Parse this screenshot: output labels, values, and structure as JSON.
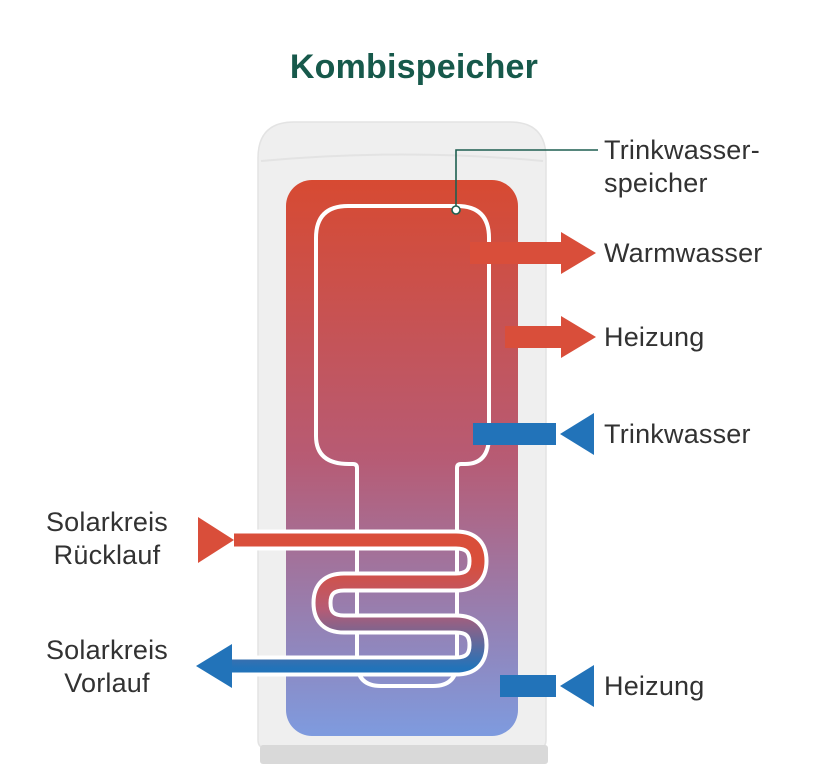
{
  "title": "Kombispeicher",
  "labels": {
    "inner_tank": {
      "line1": "Trinkwasser-",
      "line2": "speicher"
    },
    "warm_water": "Warmwasser",
    "heating_flow": "Heizung",
    "drinking_water": "Trinkwasser",
    "solar_return": {
      "line1": "Solarkreis",
      "line2": "Rücklauf"
    },
    "solar_flow": {
      "line1": "Solarkreis",
      "line2": "Vorlauf"
    },
    "heating_return": "Heizung"
  },
  "colors": {
    "title": "#17594B",
    "red": "#D94E3A",
    "blue": "#2273B9",
    "gradient_top": "#D74A32",
    "gradient_mid": "#B75B74",
    "gradient_bottom": "#7E9BDF",
    "tank_body": "#EFEFEF",
    "tank_edge": "#E3E3E3",
    "tank_base": "#D9D9D9",
    "label_text": "#323232",
    "connector": "#1F5F50"
  }
}
